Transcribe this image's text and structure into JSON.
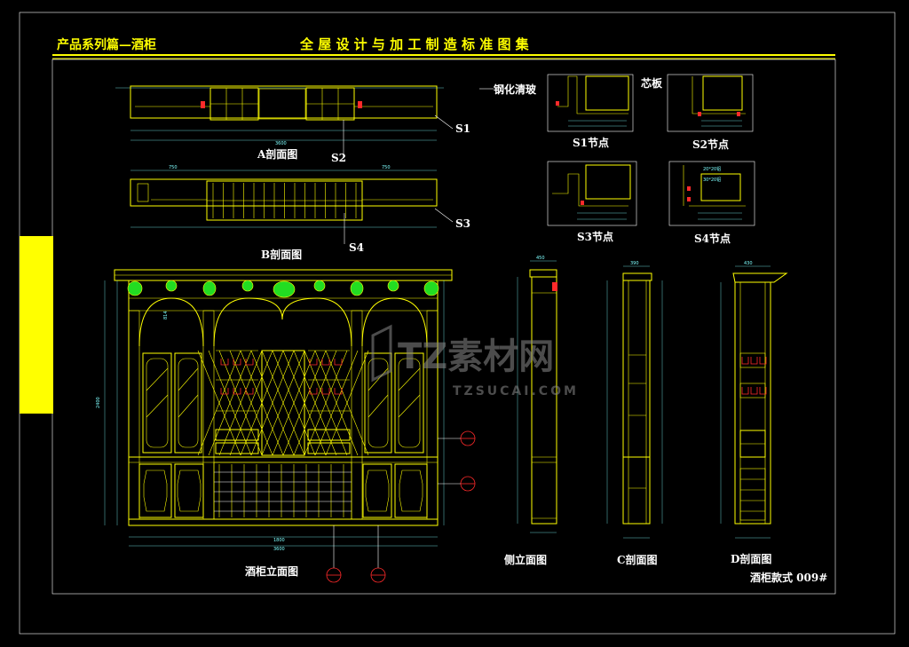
{
  "header": {
    "series_title": "产品系列篇—酒柜",
    "main_title": "全 屋 设 计 与 加 工 制 造 标 准 图 集"
  },
  "labels": {
    "section_a": "A剖面图",
    "section_b": "B剖面图",
    "marker_s1": "S1",
    "marker_s2": "S2",
    "marker_s3": "S3",
    "marker_s4": "S4",
    "node_s1": "S1节点",
    "node_s2": "S2节点",
    "node_s3": "S3节点",
    "node_s4": "S4节点",
    "glass_note": "钢化清玻",
    "core_board": "芯板",
    "front_elevation": "酒柜立面图",
    "side_elevation": "侧立面图",
    "section_c": "C剖面图",
    "section_d": "D剖面图",
    "model": "酒柜款式  009#",
    "dim_814": "814"
  },
  "dims": {
    "overall_width": "3600",
    "overall_height": "2400",
    "arch_width": "1800",
    "left_bay": "750",
    "right_bay": "750",
    "side_depth": "450",
    "c_depth": "390",
    "d_depth": "430",
    "s4_note_a": "20*20铝",
    "s4_note_b": "30*20铝"
  },
  "watermark": {
    "brand": "TZ素材网",
    "url": "TZSUCAI.COM"
  },
  "colors": {
    "background": "#000000",
    "lines": "#ffff00",
    "dims": "#7fffff",
    "accent_red": "#ff2a2a",
    "carving": "#22dd22",
    "tab": "#ffff00"
  }
}
